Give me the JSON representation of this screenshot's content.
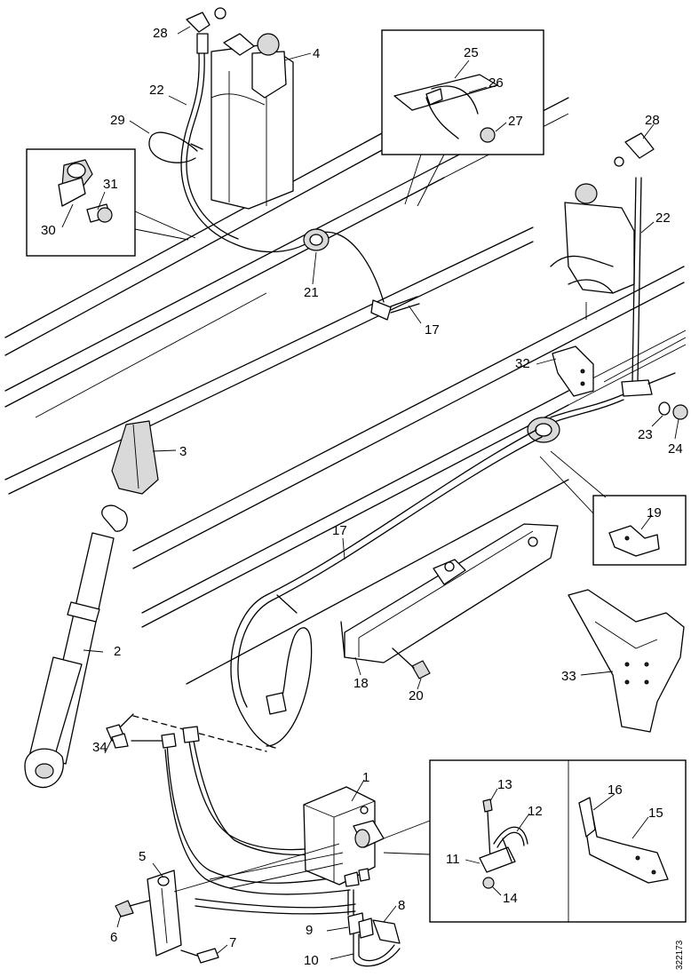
{
  "figure_ref": "322173",
  "callouts": [
    {
      "id": "c1",
      "label": "1"
    },
    {
      "id": "c2",
      "label": "2"
    },
    {
      "id": "c3",
      "label": "3"
    },
    {
      "id": "c4",
      "label": "4"
    },
    {
      "id": "c5",
      "label": "5"
    },
    {
      "id": "c6",
      "label": "6"
    },
    {
      "id": "c7",
      "label": "7"
    },
    {
      "id": "c8",
      "label": "8"
    },
    {
      "id": "c9",
      "label": "9"
    },
    {
      "id": "c10",
      "label": "10"
    },
    {
      "id": "c11",
      "label": "11"
    },
    {
      "id": "c12",
      "label": "12"
    },
    {
      "id": "c13",
      "label": "13"
    },
    {
      "id": "c14",
      "label": "14"
    },
    {
      "id": "c15",
      "label": "15"
    },
    {
      "id": "c16",
      "label": "16"
    },
    {
      "id": "c17a",
      "label": "17"
    },
    {
      "id": "c17b",
      "label": "17"
    },
    {
      "id": "c18",
      "label": "18"
    },
    {
      "id": "c19",
      "label": "19"
    },
    {
      "id": "c20",
      "label": "20"
    },
    {
      "id": "c21",
      "label": "21"
    },
    {
      "id": "c22a",
      "label": "22"
    },
    {
      "id": "c22b",
      "label": "22"
    },
    {
      "id": "c23",
      "label": "23"
    },
    {
      "id": "c24",
      "label": "24"
    },
    {
      "id": "c25",
      "label": "25"
    },
    {
      "id": "c26",
      "label": "26"
    },
    {
      "id": "c27",
      "label": "27"
    },
    {
      "id": "c28a",
      "label": "28"
    },
    {
      "id": "c28b",
      "label": "28"
    },
    {
      "id": "c29",
      "label": "29"
    },
    {
      "id": "c30",
      "label": "30"
    },
    {
      "id": "c31",
      "label": "31"
    },
    {
      "id": "c32",
      "label": "32"
    },
    {
      "id": "c33",
      "label": "33"
    },
    {
      "id": "c34",
      "label": "34"
    }
  ]
}
